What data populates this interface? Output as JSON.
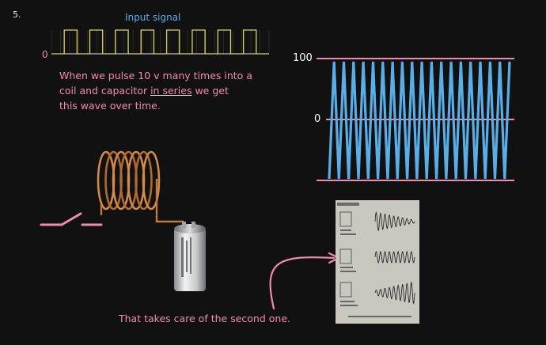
{
  "slide": {
    "number": "5."
  },
  "input_chart": {
    "title": "Input signal",
    "zero_label": "0"
  },
  "note": {
    "text_before": "When we pulse 10 v many times into a\ncoil and capacitor ",
    "underlined": "in series",
    "text_after": " we get\nthis wave over time."
  },
  "output_chart": {
    "label_top": "100",
    "label_zero": "0"
  },
  "caption": {
    "text": "That takes care of the second one."
  },
  "colors": {
    "background": "#111111",
    "pink": "#f08ab0",
    "blue": "#5aaee8",
    "yellow": "#d9d36a",
    "copper": "#c27a3c"
  },
  "chart_data": [
    {
      "type": "line",
      "title": "Input signal",
      "xlabel": "",
      "ylabel": "",
      "y_ticks": [
        "0"
      ],
      "series": [
        {
          "values": [
            0,
            10,
            0,
            10,
            0,
            10,
            0,
            10,
            0,
            10,
            0,
            10,
            0,
            10,
            0,
            10,
            0
          ]
        }
      ]
    },
    {
      "type": "line",
      "title": "",
      "xlabel": "",
      "ylabel": "",
      "y_ticks": [
        "100",
        "0"
      ],
      "ylim": [
        -100,
        100
      ],
      "series": [
        {
          "values": [
            -100,
            100,
            -100,
            100,
            -100,
            100,
            -100,
            100,
            -100,
            100,
            -100,
            100,
            -100,
            100,
            -100,
            100,
            -100,
            100,
            -100,
            100,
            -100,
            100,
            -100,
            100,
            -100,
            100,
            -100,
            100,
            -100,
            100,
            -100,
            100,
            -100,
            100,
            -100,
            100,
            -100,
            100
          ]
        }
      ]
    }
  ]
}
